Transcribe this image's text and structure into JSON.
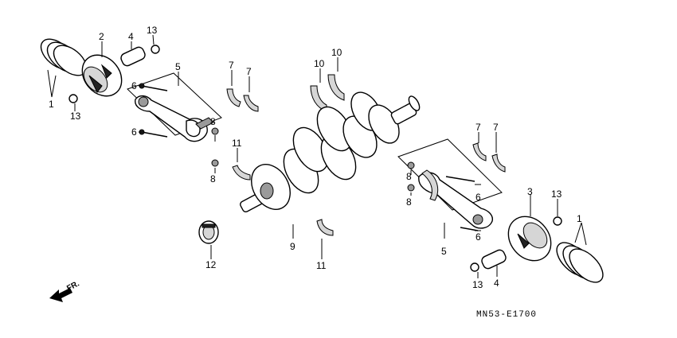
{
  "diagram": {
    "callouts": {
      "c1_left": "1",
      "c2": "2",
      "c4_top": "4",
      "c13_top": "13",
      "c5_top": "5",
      "c6_a": "6",
      "c6_b": "6",
      "c13_left": "13",
      "c7_a": "7",
      "c7_b": "7",
      "c8_a": "8",
      "c8_b": "8",
      "c11_a": "11",
      "c10_a": "10",
      "c10_b": "10",
      "c12": "12",
      "c9": "9",
      "c11_b": "11",
      "c7_c": "7",
      "c7_d": "7",
      "c8_c": "8",
      "c8_d": "8",
      "c6_c": "6",
      "c6_d": "6",
      "c3": "3",
      "c13_right": "13",
      "c1_right": "1",
      "c5_bottom": "5",
      "c13_bottom": "13",
      "c4_bottom": "4"
    },
    "front_indicator": "FR.",
    "drawing_code": "MN53-E1700"
  }
}
